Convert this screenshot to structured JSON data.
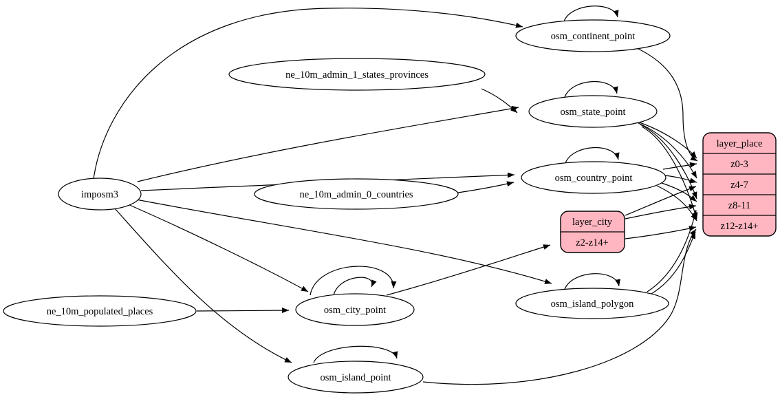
{
  "diagram": {
    "kind": "etl-dependency-graph",
    "colors": {
      "background": "#ffffff",
      "ellipse_fill": "#ffffff",
      "record_fill": "#ffb6c1",
      "stroke": "#000000",
      "text": "#000000"
    }
  },
  "nodes": {
    "imposm3": {
      "label": "imposm3",
      "shape": "ellipse"
    },
    "ne_10m_admin_1_states_provinces": {
      "label": "ne_10m_admin_1_states_provinces",
      "shape": "ellipse"
    },
    "ne_10m_admin_0_countries": {
      "label": "ne_10m_admin_0_countries",
      "shape": "ellipse"
    },
    "ne_10m_populated_places": {
      "label": "ne_10m_populated_places",
      "shape": "ellipse"
    },
    "osm_continent_point": {
      "label": "osm_continent_point",
      "shape": "ellipse"
    },
    "osm_state_point": {
      "label": "osm_state_point",
      "shape": "ellipse"
    },
    "osm_country_point": {
      "label": "osm_country_point",
      "shape": "ellipse"
    },
    "osm_city_point": {
      "label": "osm_city_point",
      "shape": "ellipse"
    },
    "osm_island_polygon": {
      "label": "osm_island_polygon",
      "shape": "ellipse"
    },
    "osm_island_point": {
      "label": "osm_island_point",
      "shape": "ellipse"
    },
    "layer_city": {
      "label": "layer_city",
      "shape": "record",
      "rows": [
        "z2-z14+"
      ]
    },
    "layer_place": {
      "label": "layer_place",
      "shape": "record",
      "rows": [
        "z0-3",
        "z4-7",
        "z8-11",
        "z12-z14+"
      ]
    }
  },
  "edges": [
    {
      "from": "imposm3",
      "to": "osm_continent_point"
    },
    {
      "from": "imposm3",
      "to": "osm_state_point"
    },
    {
      "from": "imposm3",
      "to": "osm_country_point"
    },
    {
      "from": "imposm3",
      "to": "osm_city_point"
    },
    {
      "from": "imposm3",
      "to": "osm_island_polygon"
    },
    {
      "from": "imposm3",
      "to": "osm_island_point"
    },
    {
      "from": "ne_10m_admin_1_states_provinces",
      "to": "osm_state_point"
    },
    {
      "from": "ne_10m_admin_0_countries",
      "to": "osm_country_point"
    },
    {
      "from": "ne_10m_populated_places",
      "to": "osm_city_point"
    },
    {
      "from": "osm_continent_point",
      "to": "osm_continent_point",
      "self_loop": true
    },
    {
      "from": "osm_state_point",
      "to": "osm_state_point",
      "self_loop": true
    },
    {
      "from": "osm_country_point",
      "to": "osm_country_point",
      "self_loop": true
    },
    {
      "from": "osm_city_point",
      "to": "osm_city_point",
      "self_loop": true
    },
    {
      "from": "osm_city_point",
      "to": "osm_city_point",
      "self_loop": true
    },
    {
      "from": "osm_island_polygon",
      "to": "osm_island_polygon",
      "self_loop": true
    },
    {
      "from": "osm_island_point",
      "to": "osm_island_point",
      "self_loop": true
    },
    {
      "from": "osm_city_point",
      "to": "layer_city",
      "to_row": "z2-z14+"
    },
    {
      "from": "osm_continent_point",
      "to": "layer_place",
      "to_row": "z0-3"
    },
    {
      "from": "osm_state_point",
      "to": "layer_place",
      "to_row": "z0-3"
    },
    {
      "from": "osm_state_point",
      "to": "layer_place",
      "to_row": "z4-7"
    },
    {
      "from": "osm_state_point",
      "to": "layer_place",
      "to_row": "z8-11"
    },
    {
      "from": "osm_state_point",
      "to": "layer_place",
      "to_row": "z12-z14+"
    },
    {
      "from": "osm_country_point",
      "to": "layer_place",
      "to_row": "z0-3"
    },
    {
      "from": "osm_country_point",
      "to": "layer_place",
      "to_row": "z4-7"
    },
    {
      "from": "osm_country_point",
      "to": "layer_place",
      "to_row": "z8-11"
    },
    {
      "from": "osm_country_point",
      "to": "layer_place",
      "to_row": "z12-z14+"
    },
    {
      "from": "layer_city",
      "to": "layer_place",
      "to_row": "z4-7"
    },
    {
      "from": "layer_city",
      "to": "layer_place",
      "to_row": "z8-11"
    },
    {
      "from": "layer_city",
      "to": "layer_place",
      "to_row": "z12-z14+"
    },
    {
      "from": "osm_island_polygon",
      "to": "layer_place",
      "to_row": "z8-11"
    },
    {
      "from": "osm_island_polygon",
      "to": "layer_place",
      "to_row": "z12-z14+"
    },
    {
      "from": "osm_island_point",
      "to": "layer_place",
      "to_row": "z12-z14+"
    }
  ]
}
